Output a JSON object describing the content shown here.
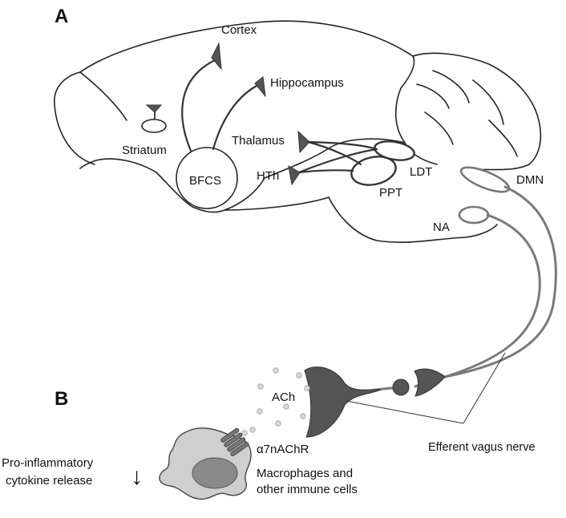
{
  "panels": {
    "a": "A",
    "b": "B"
  },
  "brain": {
    "cortex": "Cortex",
    "hippocampus": "Hippocampus",
    "striatum": "Striatum",
    "thalamus": "Thalamus",
    "bfcs": "BFCS",
    "hth": "HTh",
    "ldt": "LDT",
    "ppt": "PPT",
    "dmn": "DMN",
    "na": "NA"
  },
  "pathway": {
    "ach": "ACh",
    "receptor": "α7nAChR",
    "efferent": "Efferent vagus nerve",
    "immune_line1": "Macrophages and",
    "immune_line2": "other immune cells",
    "cytokine_line1": "Pro-inflammatory",
    "cytokine_line2": "cytokine release",
    "arrow": "↓"
  },
  "colors": {
    "soma": "#555555",
    "vagus": "#7a7a7a",
    "cell_body": "#cfcfcf",
    "cell_nucleus": "#8a8a8a"
  }
}
